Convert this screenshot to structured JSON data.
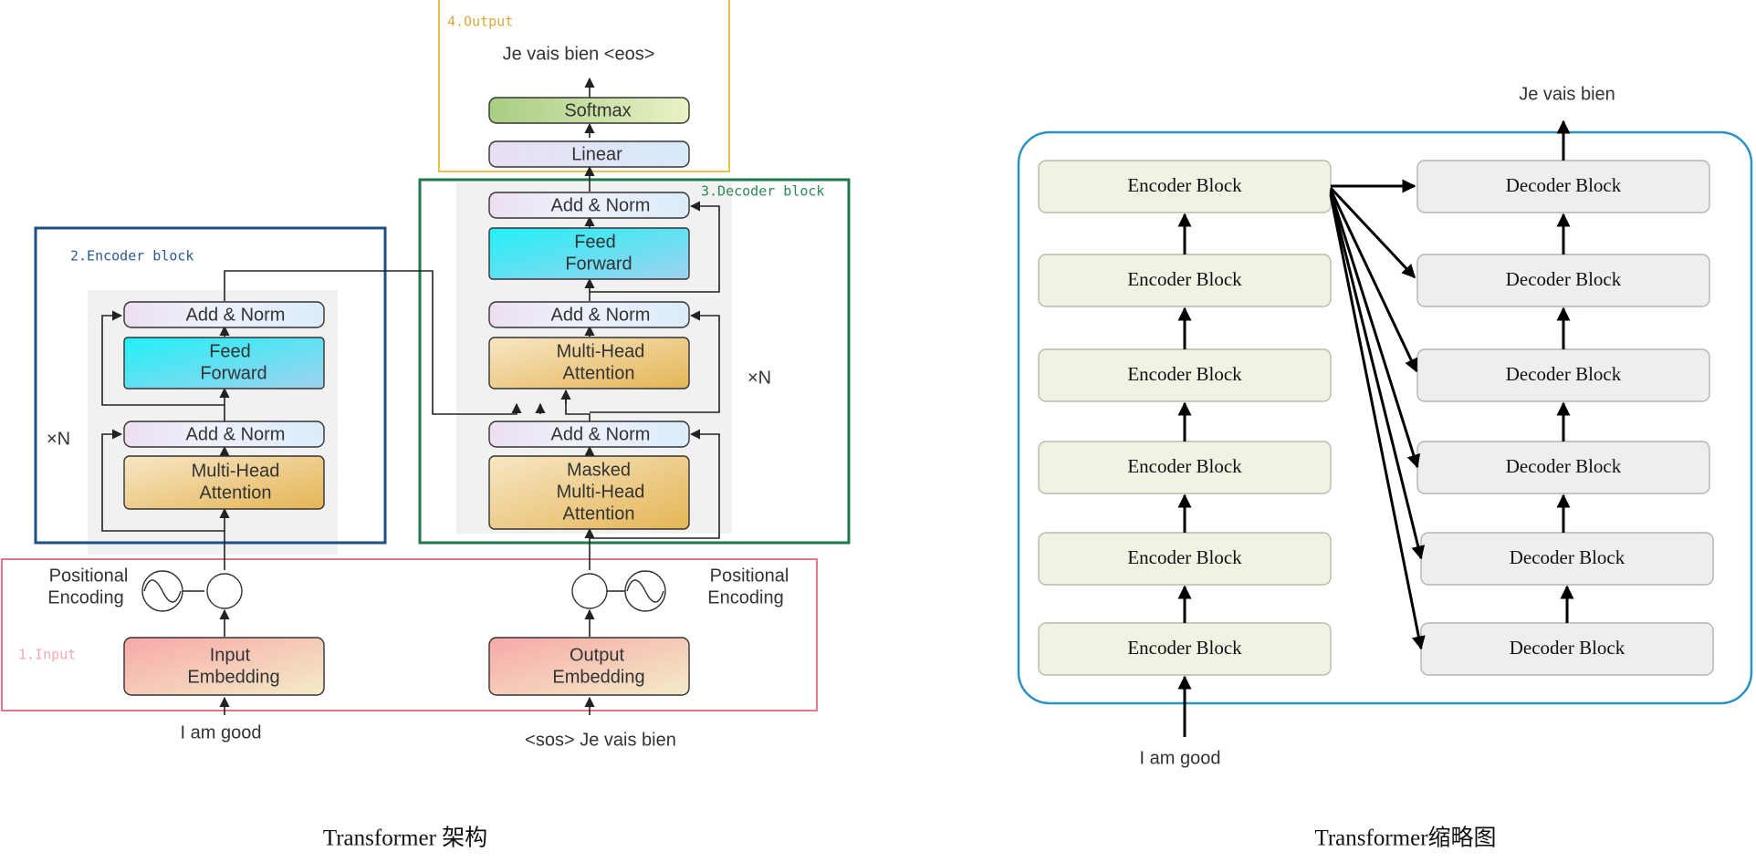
{
  "left": {
    "caption": "Transformer 架构",
    "sections": {
      "input": "1.Input",
      "encoder": "2.Encoder block",
      "decoder": "3.Decoder block",
      "output": "4.Output"
    },
    "repeat": "×N",
    "encoder": {
      "add_norm": "Add & Norm",
      "feed_forward": [
        "Feed",
        "Forward"
      ],
      "mha": [
        "Multi-Head",
        "Attention"
      ]
    },
    "decoder": {
      "add_norm": "Add & Norm",
      "feed_forward": [
        "Feed",
        "Forward"
      ],
      "mha": [
        "Multi-Head",
        "Attention"
      ],
      "masked": [
        "Masked",
        "Multi-Head",
        "Attention"
      ]
    },
    "positional_encoding": [
      "Positional",
      "Encoding"
    ],
    "input_embedding": [
      "Input",
      "Embedding"
    ],
    "output_embedding": [
      "Output",
      "Embedding"
    ],
    "linear": "Linear",
    "softmax": "Softmax",
    "input_text": "I am good",
    "decoder_input_text": "<sos> Je vais bien",
    "output_text": "Je vais bien <eos>"
  },
  "right": {
    "caption": "Transformer缩略图",
    "encoder_block": "Encoder Block",
    "decoder_block": "Decoder Block",
    "input_text": "I am good",
    "output_text": "Je vais bien",
    "block_count": 6
  },
  "colors": {
    "input_frame": "#e0788a",
    "encoder_frame": "#1d4f86",
    "decoder_frame": "#1e7a48",
    "output_frame": "#e9c24a",
    "right_frame": "#2a93c4",
    "feed_forward": "#37dff2",
    "attention": "#eec77a",
    "softmax": "#b9d48f",
    "embedding": "#f6b3b0"
  }
}
